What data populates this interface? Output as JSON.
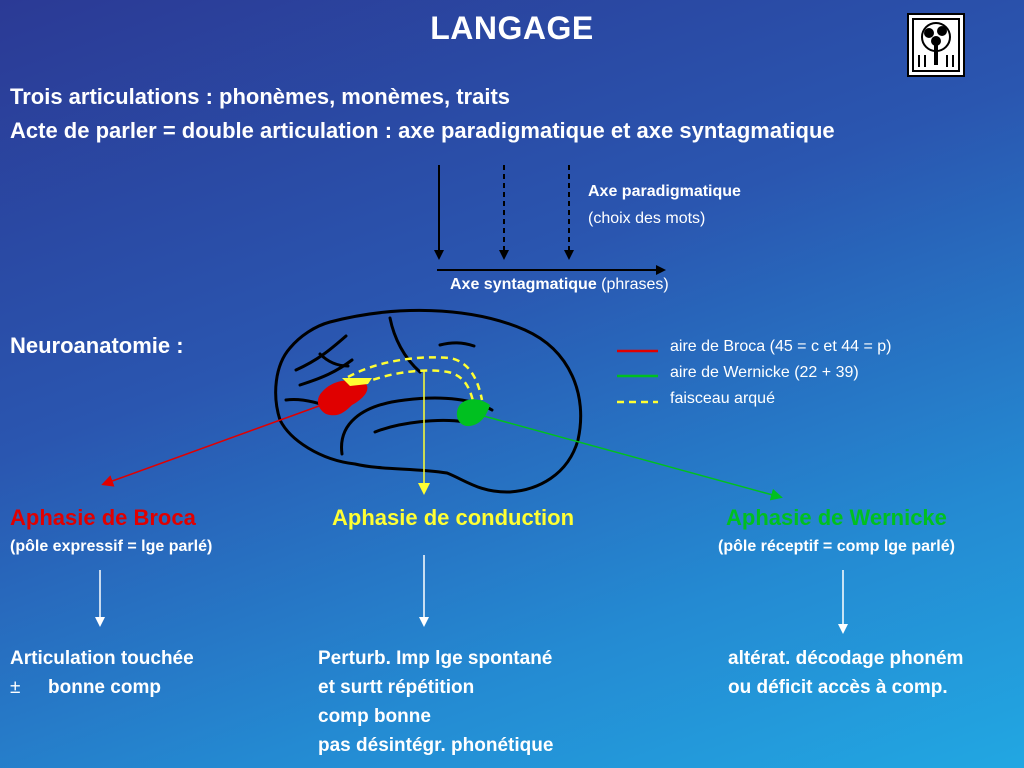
{
  "title": "LANGAGE",
  "intro": {
    "line1": "Trois articulations : phonèmes, monèmes, traits",
    "line2": "Acte de parler = double articulation : axe paradigmatique et axe syntagmatique"
  },
  "axes": {
    "paradigmatique_title": "Axe paradigmatique",
    "paradigmatique_sub": "(choix des mots)",
    "syntagmatique_title": "Axe syntagmatique",
    "syntagmatique_sub": " (phrases)"
  },
  "neuro": {
    "label": "Neuroanatomie :",
    "legend": [
      {
        "text": "aire de Broca (45 = c et 44 = p)",
        "color": "#e00000"
      },
      {
        "text": "aire de Wernicke (22 + 39)",
        "color": "#00c020"
      },
      {
        "text": "faisceau arqué",
        "color": "#ffff33"
      }
    ]
  },
  "aphasias": {
    "broca": {
      "title": "Aphasie de Broca",
      "pole": "(pôle expressif = lge parlé)",
      "details": [
        "Articulation touchée",
        "bonne comp"
      ],
      "pm_symbol": "±"
    },
    "conduction": {
      "title": "Aphasie de conduction",
      "details": [
        "Perturb. Imp lge spontané",
        "et surtt répétition",
        "comp bonne",
        "pas désintégr. phonétique"
      ]
    },
    "wernicke": {
      "title": "Aphasie de Wernicke",
      "pole": "(pôle réceptif = comp lge parlé)",
      "details": [
        "altérat. décodage phoném",
        "ou déficit accès à comp."
      ]
    }
  },
  "colors": {
    "broca": "#e00000",
    "wernicke": "#00c020",
    "arcuate": "#ffff33",
    "background_top": "#2b3a95",
    "background_bottom": "#22a7e2"
  },
  "icons": {
    "logo": "tree-emblem-icon"
  }
}
